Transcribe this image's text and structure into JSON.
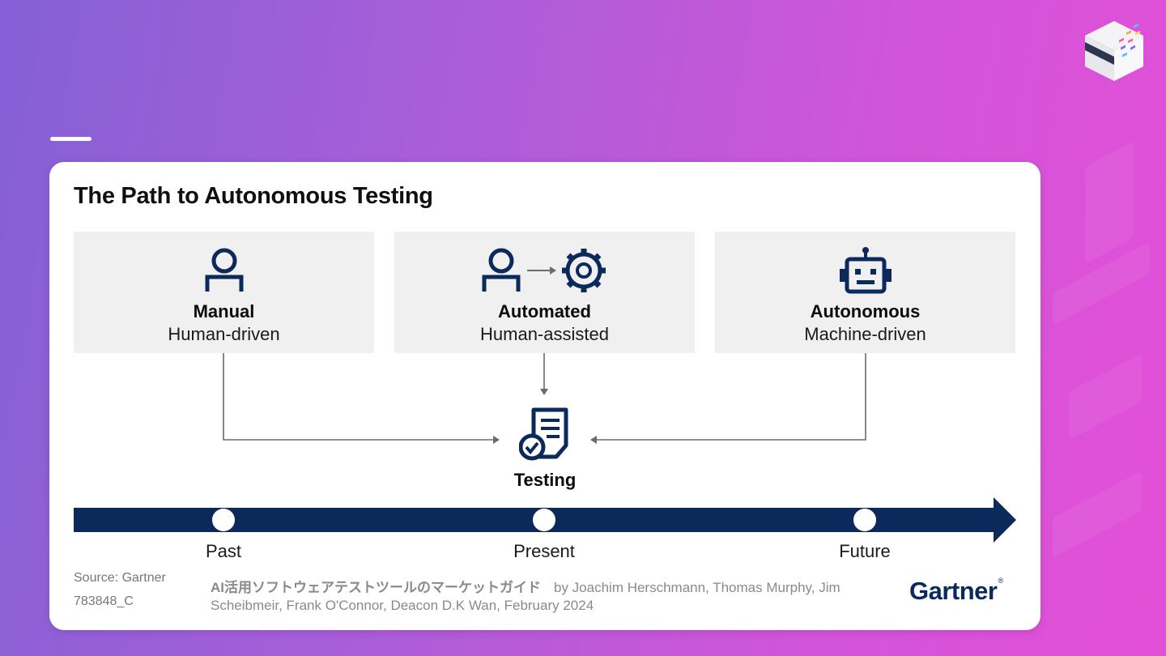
{
  "slide": {
    "title": "The Path to Autonomous Testing"
  },
  "stages": [
    {
      "title": "Manual",
      "subtitle": "Human-driven",
      "icon": "person-icon"
    },
    {
      "title": "Automated",
      "subtitle": "Human-assisted",
      "icon": "person-to-gear-icon"
    },
    {
      "title": "Autonomous",
      "subtitle": "Machine-driven",
      "icon": "robot-icon"
    }
  ],
  "center": {
    "label": "Testing",
    "icon": "document-check-icon"
  },
  "timeline": {
    "labels": [
      "Past",
      "Present",
      "Future"
    ]
  },
  "footer": {
    "source": "Source: Gartner",
    "doc_id": "783848_C",
    "citation_title": "AI活用ソフトウェアテストツールのマーケットガイド",
    "citation_authors": "by Joachim Herschmann, Thomas Murphy, Jim Scheibmeir, Frank O'Connor, Deacon D.K Wan, February 2024",
    "brand": "Gartner",
    "brand_mark": "®"
  },
  "colors": {
    "navy": "#0b2a5b",
    "box_gray": "#f0f0f0",
    "connector": "#6b6b6b",
    "background_start": "#8560d6",
    "background_end": "#e44fd8"
  }
}
